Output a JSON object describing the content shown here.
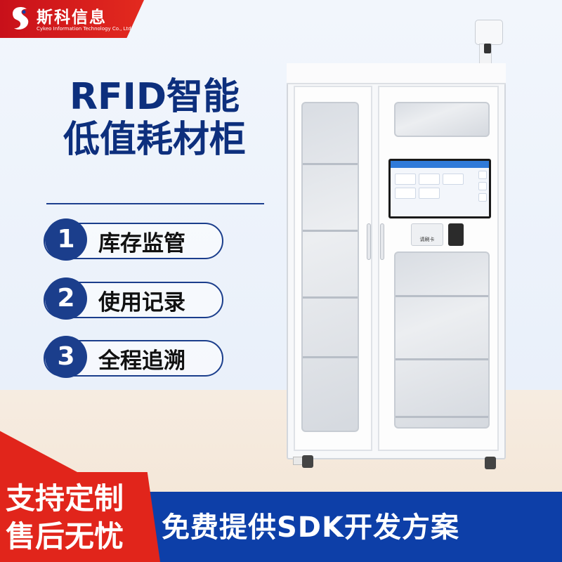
{
  "brand": {
    "name": "斯科信息",
    "subtitle": "Cykeo Information Technology Co., Ltd.",
    "badge_color": "#d9161b"
  },
  "title": {
    "line1": "RFID智能",
    "line2": "低值耗材柜",
    "color": "#0d2f7d"
  },
  "features": [
    {
      "number": "1",
      "label": "库存监管"
    },
    {
      "number": "2",
      "label": "使用记录"
    },
    {
      "number": "3",
      "label": "全程追溯"
    }
  ],
  "cabinet": {
    "reader_label": "请刷卡",
    "screen_icon": "touchscreen-ui",
    "camera_icon": "camera-icon"
  },
  "promo": {
    "line1": "支持定制",
    "line2": "售后无忧",
    "color": "#e1251b"
  },
  "bottom_banner": {
    "text": "免费提供SDK开发方案",
    "color": "#0d3fa8"
  }
}
